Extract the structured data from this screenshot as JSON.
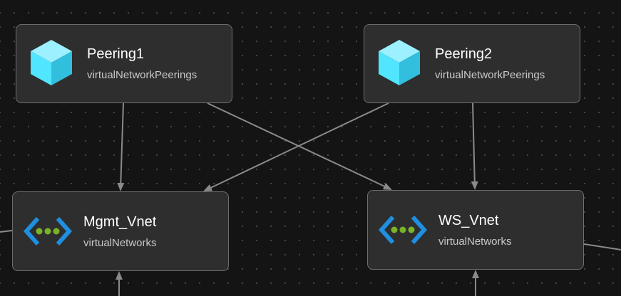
{
  "nodes": {
    "peering1": {
      "name": "Peering1",
      "type": "virtualNetworkPeerings",
      "icon": "cube-icon"
    },
    "peering2": {
      "name": "Peering2",
      "type": "virtualNetworkPeerings",
      "icon": "cube-icon"
    },
    "mgmt_vnet": {
      "name": "Mgmt_Vnet",
      "type": "virtualNetworks",
      "icon": "virtual-network-icon"
    },
    "ws_vnet": {
      "name": "WS_Vnet",
      "type": "virtualNetworks",
      "icon": "virtual-network-icon"
    }
  },
  "connections": [
    {
      "from": "Peering1",
      "to": "Mgmt_Vnet"
    },
    {
      "from": "Peering1",
      "to": "WS_Vnet"
    },
    {
      "from": "Peering2",
      "to": "Mgmt_Vnet"
    },
    {
      "from": "Peering2",
      "to": "WS_Vnet"
    }
  ],
  "colors": {
    "background": "#141414",
    "node_fill": "#2e2e2e",
    "node_border": "#6e6e6e",
    "edge": "#8a8a8a",
    "cube_light": "#9cf0ff",
    "cube_mid": "#50e6ff",
    "cube_dark": "#32bedd",
    "vnet_bracket": "#1f8fe0",
    "vnet_dots": "#7ab22a"
  }
}
